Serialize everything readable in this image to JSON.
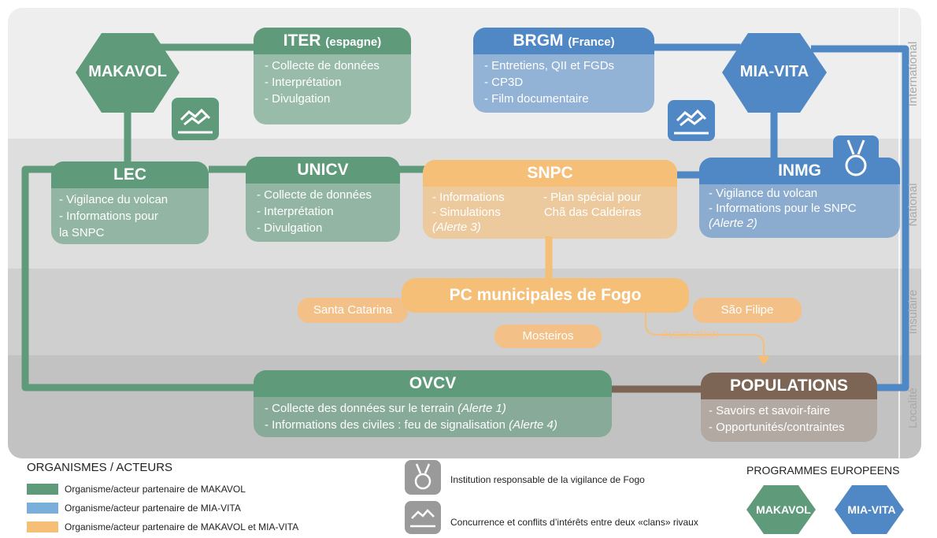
{
  "bands": [
    {
      "label": "International"
    },
    {
      "label": "National"
    },
    {
      "label": "Insulaire"
    },
    {
      "label": "Localité"
    }
  ],
  "hexagons": {
    "makavol": "MAKAVOL",
    "miavita": "MIA-VITA"
  },
  "boxes": {
    "iter": {
      "title": "ITER",
      "subtitle": "(espagne)",
      "items": [
        "- Collecte de données",
        "- Interprétation",
        "- Divulgation"
      ]
    },
    "brgm": {
      "title": "BRGM",
      "subtitle": "(France)",
      "items": [
        "- Entretiens, QII et FGDs",
        "- CP3D",
        "- Film documentaire"
      ]
    },
    "lec": {
      "title": "LEC",
      "items": [
        "- Vigilance du volcan",
        "- Informations pour",
        "la SNPC"
      ]
    },
    "unicv": {
      "title": "UNICV",
      "items": [
        "- Collecte de données",
        "- Interprétation",
        "- Divulgation"
      ]
    },
    "snpc": {
      "title": "SNPC",
      "col1": [
        "- Informations",
        "- Simulations"
      ],
      "col1_italic": "(Alerte 3)",
      "col2": [
        "- Plan spécial pour",
        "Chã das Caldeiras"
      ]
    },
    "inmg": {
      "title": "INMG",
      "items": [
        "- Vigilance du volcan",
        "- Informations pour le SNPC"
      ],
      "italic": "(Alerte 2)"
    },
    "pc": {
      "title": "PC municipales de Fogo"
    },
    "ovcv": {
      "title": "OVCV",
      "line1": "- Collecte des données sur le terrain ",
      "line1_italic": "(Alerte 1)",
      "line2": "- Informations des civiles : feu de signalisation ",
      "line2_italic": "(Alerte 4)"
    },
    "populations": {
      "title": "POPULATIONS",
      "items": [
        "- Savoirs et savoir-faire",
        "- Opportunités/contraintes"
      ]
    }
  },
  "pills": {
    "santa_catarina": "Santa Catarina",
    "sao_filipe": "São Filipe",
    "mosteiros": "Mosteiros",
    "evacuation": "évacuation"
  },
  "legend": {
    "organismes_title": "ORGANISMES / ACTEURS",
    "items": [
      {
        "label": "Organisme/acteur partenaire de MAKAVOL",
        "color": "#5f9b7b"
      },
      {
        "label": "Organisme/acteur  partenaire de MIA-VITA",
        "color": "#7aaedb"
      },
      {
        "label": "Organisme/acteur  partenaire de MAKAVOL et MIA-VITA",
        "color": "#f5bf78"
      }
    ],
    "vigilance_label": "Institution responsable de la vigilance de Fogo",
    "conflict_label": "Concurrence et conflits d’intérêts entre deux «clans» rivaux",
    "programmes_title": "PROGRAMMES EUROPEENS",
    "prog_makavol": "MAKAVOL",
    "prog_miavita": "MIA-VITA"
  },
  "colors": {
    "green": "#5f9b7b",
    "blue": "#4f88c4",
    "orange": "#f5bf78",
    "brown": "#7d6555",
    "band_international": "#eeeeee",
    "band_national": "#dedede",
    "band_insulaire": "#cfcfcf",
    "band_localite": "#c2c2c2"
  }
}
